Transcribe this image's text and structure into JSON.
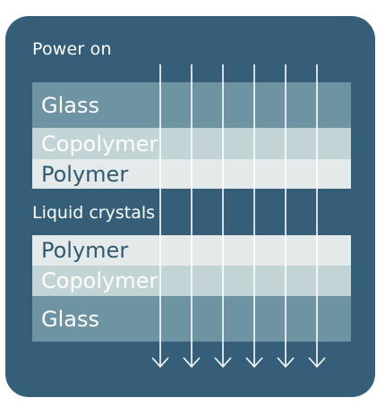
{
  "diagram": {
    "title": "Power on",
    "middle_label": "Liquid crystals",
    "top_stack": [
      {
        "label": "Glass",
        "kind": "glass"
      },
      {
        "label": "Copolymer",
        "kind": "copolymer"
      },
      {
        "label": "Polymer",
        "kind": "polymer"
      }
    ],
    "bottom_stack": [
      {
        "label": "Polymer",
        "kind": "polymer"
      },
      {
        "label": "Copolymer",
        "kind": "copolymer"
      },
      {
        "label": "Glass",
        "kind": "glass"
      }
    ],
    "arrow_count": 6,
    "colors": {
      "panel": "#355f78",
      "glass": "#6e93a3",
      "copolymer": "#c2d4d5",
      "polymer": "#e4e9ea",
      "arrow": "#ffffff"
    }
  }
}
